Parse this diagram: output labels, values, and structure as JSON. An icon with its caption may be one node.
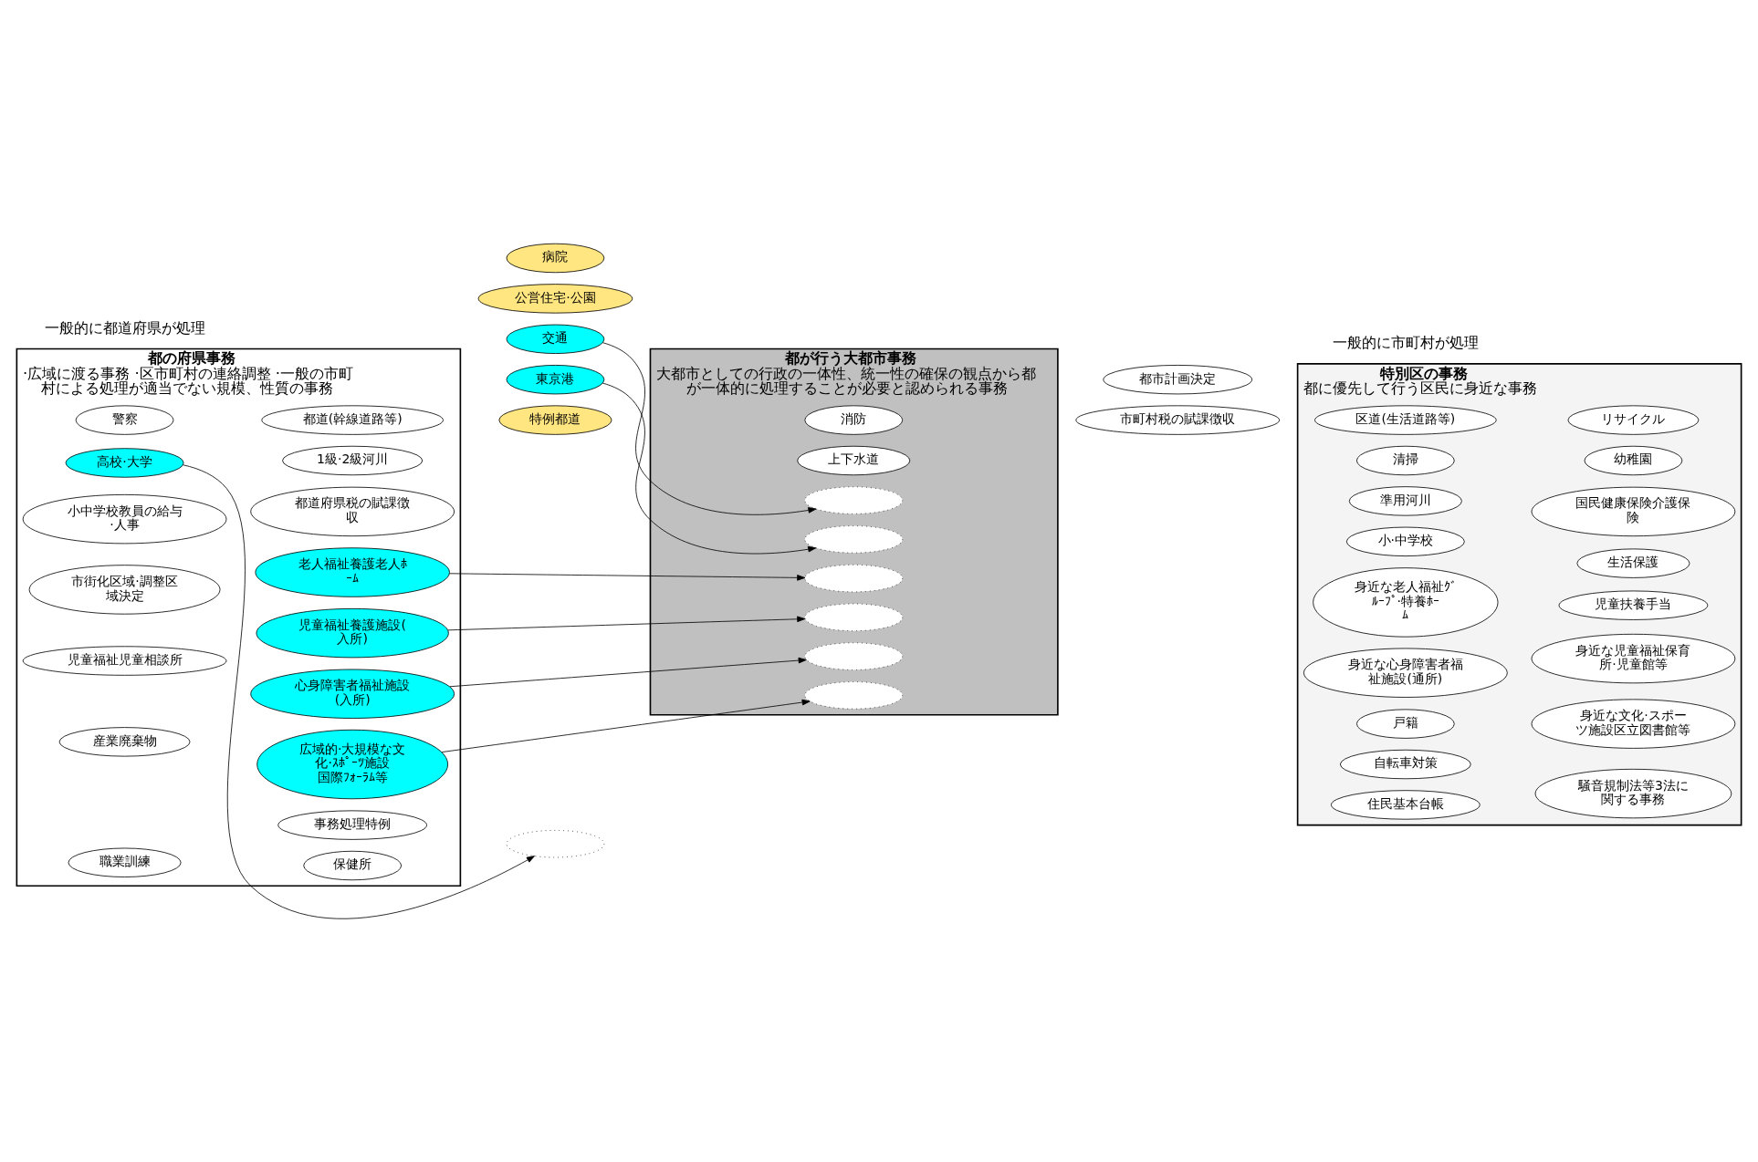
{
  "diagram": {
    "nodes": [
      {
        "text": [
          "都の府県事務",
          "·広域に渡る事務 ·区市町村の連絡調整 ·一般の市町村による処理が適当でない規模、性質の事務"
        ]
      },
      {
        "text": [
          "都が行う大都市事務",
          "大都市としての行政の一体性、統一性の確保の観点から都が一体的に処理することが必要と認められる事務"
        ]
      },
      {
        "text": [
          "特別区の事務",
          "都に優先して行う区民に身近な事務"
        ]
      },
      {
        "text": [
          "都道(幹線道路等)"
        ],
        "in": 0
      },
      {
        "text": [
          "特例都道"
        ]
      },
      {
        "text": [
          "消防"
        ],
        "in": 1
      },
      {
        "text": [
          "区道(生活道路等)"
        ],
        "in": 2
      },
      {
        "text": [
          "警察"
        ],
        "in": 0
      },
      {
        "text": [
          "公営住宅·公園"
        ]
      },
      {
        "text": [
          "清掃"
        ],
        "in": 2
      },
      {
        "text": [
          "リサイクル"
        ],
        "in": 2
      },
      {
        "text": [
          "1級·2級河川"
        ],
        "in": 0
      },
      {
        "text": [
          "上下水道"
        ],
        "in": 1
      },
      {
        "text": [
          "準用河川"
        ],
        "in": 2
      },
      {
        "text": [
          "高校·大学"
        ],
        "in": 0
      },
      {
        "text": [],
        "shape": "ellipse"
      },
      {
        "text": [
          "小·中学校"
        ],
        "in": 2
      },
      {
        "text": [
          "幼稚園"
        ],
        "in": 2
      },
      {
        "text": [
          "小中学校教員の給与·人事"
        ],
        "in": 0
      },
      {
        "text": [
          "病院"
        ]
      },
      {
        "text": [
          "国民健康保険介護保険"
        ],
        "in": 2
      },
      {
        "text": [
          "都道府県税の賦課徴収"
        ],
        "in": 0
      },
      {
        "text": [
          "交通"
        ]
      },
      {
        "text": [],
        "shape": "ellipse",
        "in": 1
      },
      {
        "text": [
          "市町村税の賦課徴収"
        ]
      },
      {
        "text": [
          "市街化区域·調整区域決定"
        ],
        "in": 0
      },
      {
        "text": [
          "東京港"
        ]
      },
      {
        "text": [],
        "shape": "ellipse",
        "in": 1
      },
      {
        "text": [
          "都市計画決定"
        ]
      },
      {
        "text": [
          "生活保護"
        ],
        "in": 2
      },
      {
        "text": [
          "老人福祉養護老人ﾎｰﾑ"
        ],
        "in": 0
      },
      {
        "text": [],
        "shape": "ellipse",
        "in": 1
      },
      {
        "text": [
          "身近な老人福祉ｸﾞﾙｰﾌﾟ·特養ﾎｰﾑ"
        ],
        "in": 2
      },
      {
        "text": [
          "児童扶養手当"
        ],
        "in": 2
      },
      {
        "text": [
          "児童福祉児童相談所"
        ],
        "in": 0
      },
      {
        "text": [
          "児童福祉養護施設(入所)"
        ],
        "in": 0
      },
      {
        "text": [],
        "shape": "ellipse",
        "in": 1
      },
      {
        "text": [
          "身近な児童福祉保育所·児童館等"
        ],
        "in": 2
      },
      {
        "text": [
          "心身障害者福祉施設(入所)"
        ],
        "in": 0
      },
      {
        "text": [],
        "shape": "ellipse",
        "in": 1
      },
      {
        "text": [
          "身近な心身障害者福祉施設(通所)"
        ],
        "in": 2
      },
      {
        "text": [
          "広域的·大規模な文化·ｽﾎﾟｰﾂ施設国際ﾌｫｰﾗﾑ等"
        ],
        "in": 0
      },
      {
        "text": [],
        "shape": "ellipse",
        "in": 1
      },
      {
        "text": [
          "身近な文化·スポーツ施設区立図書館等"
        ],
        "in": 2
      },
      {
        "text": [
          "産業廃棄物"
        ],
        "in": 0
      },
      {
        "text": [
          "事務処理特例"
        ],
        "in": 0
      },
      {
        "text": [
          "戸籍"
        ],
        "in": 2
      },
      {
        "text": [
          "自転車対策"
        ],
        "in": 2
      },
      {
        "text": [
          "職業訓練"
        ],
        "in": 0
      },
      {
        "text": [
          "保健所"
        ],
        "in": 0
      },
      {
        "text": [
          "住民基本台帳"
        ],
        "in": 2
      },
      {
        "text": [
          "騒音規制法等3法に関する事務"
        ],
        "in": 2
      }
    ],
    "edges": [
      {
        "from": 14,
        "to": 15,
        "arrow": "to"
      },
      {
        "from": 22,
        "to": 23,
        "arrow": "to"
      },
      {
        "from": 26,
        "to": 27,
        "arrow": "to"
      },
      {
        "from": 30,
        "to": 31,
        "arrow": "to"
      },
      {
        "from": 35,
        "to": 36,
        "arrow": "to"
      },
      {
        "from": 38,
        "to": 39,
        "arrow": "to"
      },
      {
        "from": 41,
        "to": 42,
        "arrow": "to"
      }
    ],
    "labels": [
      "一般的に都道府県が処理",
      "一般的に市町村が処理"
    ]
  }
}
